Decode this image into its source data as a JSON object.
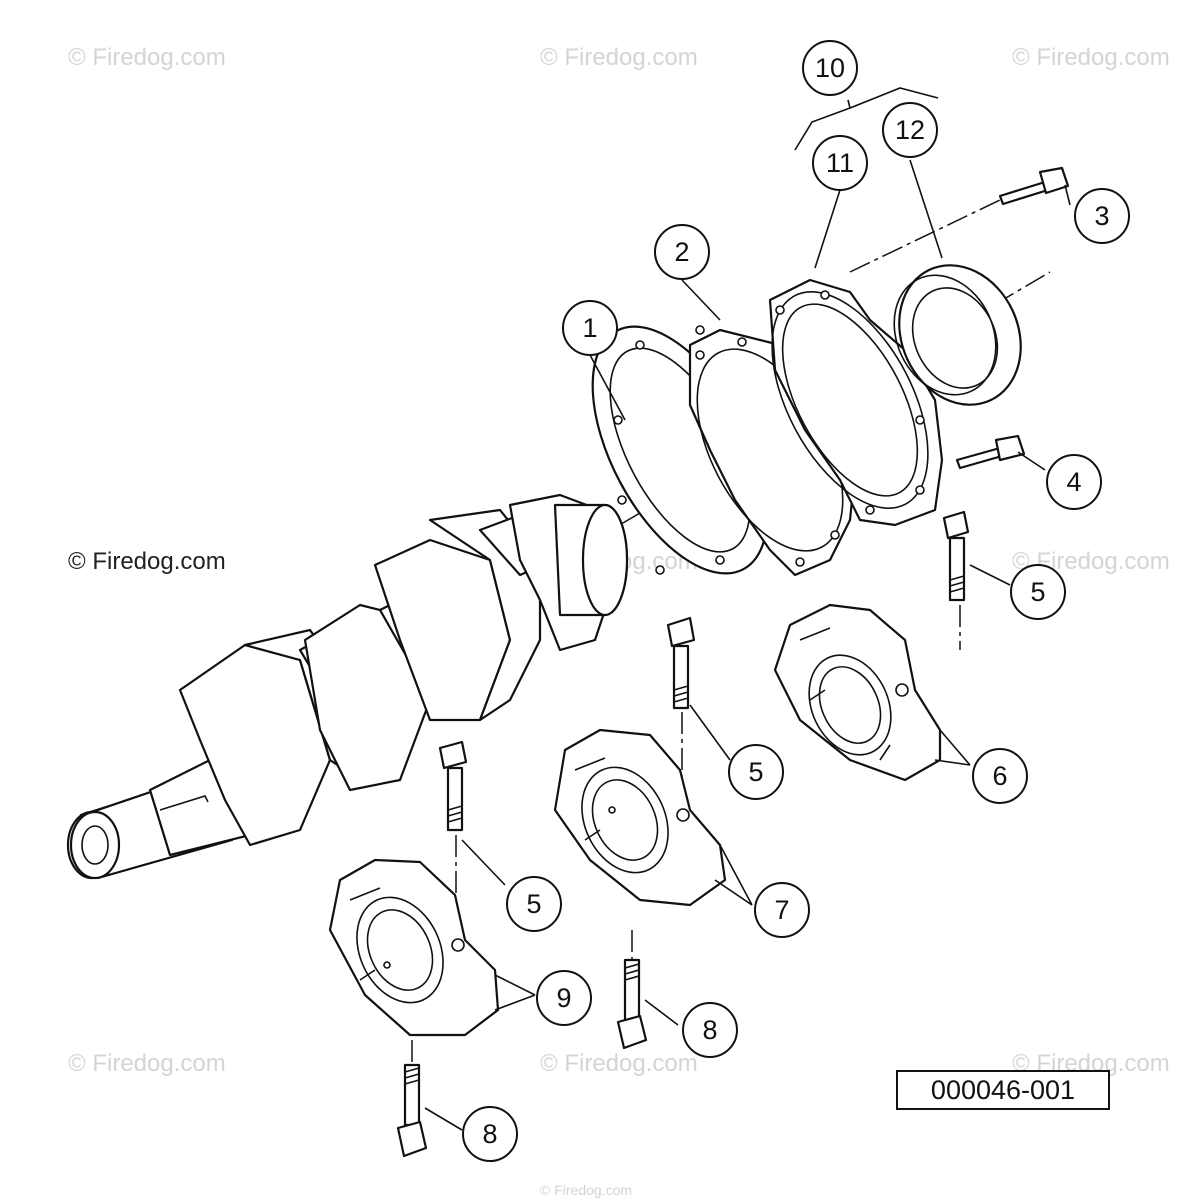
{
  "watermarks": {
    "w1": "© Firedog.com",
    "w2": "© Firedog.com",
    "w3": "© Firedog.com",
    "w4": "© Firedog.com",
    "w5": "© Firedog.com",
    "w6": "© Firedog.com",
    "w7": "© Firedog.com",
    "w8": "© Firedog.com",
    "w9": "© Firedog.com",
    "w10": "© Firedog.com"
  },
  "callouts": {
    "c1": "1",
    "c2": "2",
    "c3": "3",
    "c4": "4",
    "c5a": "5",
    "c5b": "5",
    "c5c": "5",
    "c6": "6",
    "c7": "7",
    "c8a": "8",
    "c8b": "8",
    "c9": "9",
    "c10": "10",
    "c11": "11",
    "c12": "12"
  },
  "figure_id": "000046-001"
}
